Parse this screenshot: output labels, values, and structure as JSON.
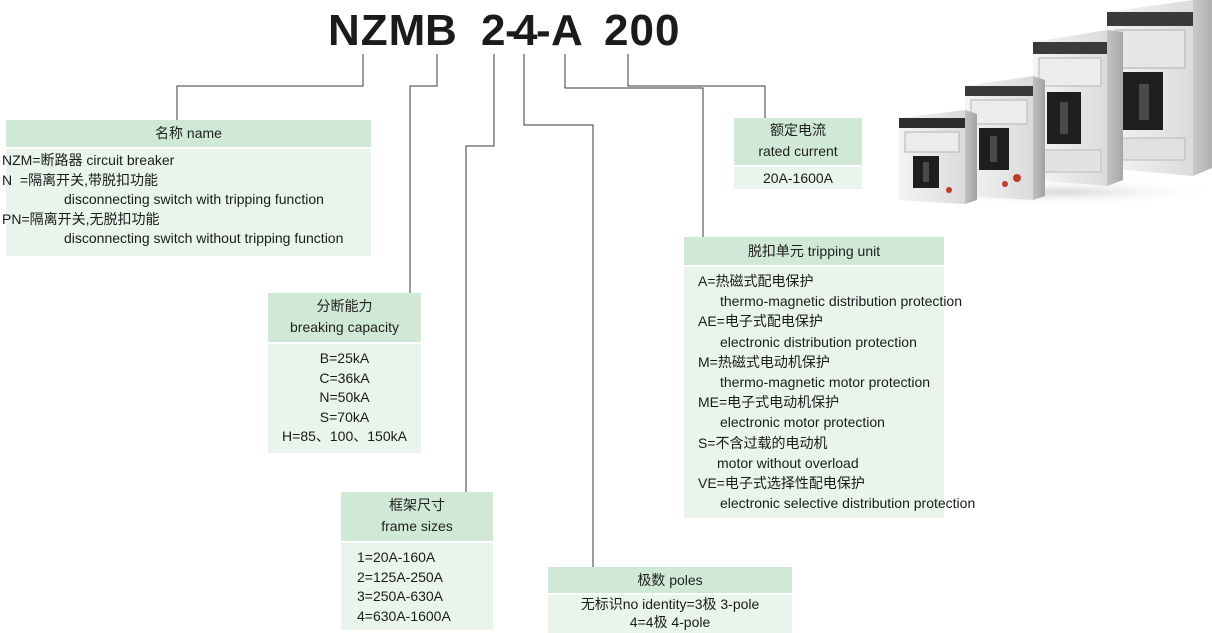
{
  "code": {
    "p1": "NZM",
    "p2": "B",
    "p3": "2",
    "d1": "-",
    "p4": "4",
    "d2": "-",
    "p5": "A",
    "p6": "200"
  },
  "name_box": {
    "header": "名称 name",
    "lines": [
      "NZM=断路器 circuit breaker",
      "N  =隔离开关,带脱扣功能",
      "disconnecting switch  with tripping function",
      "PN=隔离开关,无脱扣功能",
      "disconnecting switch  without tripping function"
    ]
  },
  "breaking_box": {
    "header_cn": "分断能力",
    "header_en": "breaking capacity",
    "lines": [
      "B=25kA",
      "C=36kA",
      "N=50kA",
      "S=70kA",
      "H=85、100、150kA"
    ]
  },
  "frame_box": {
    "header_cn": "框架尺寸",
    "header_en": "frame sizes",
    "lines": [
      "1=20A-160A",
      "2=125A-250A",
      "3=250A-630A",
      "4=630A-1600A"
    ]
  },
  "poles_box": {
    "header": "极数 poles",
    "lines": [
      "无标识no identity=3极 3-pole",
      "4=4极 4-pole"
    ]
  },
  "tripping_box": {
    "header": "脱扣单元 tripping unit",
    "lines": [
      "A=热磁式配电保护",
      "thermo-magnetic distribution protection",
      "AE=电子式配电保护",
      "electronic distribution protection",
      "M=热磁式电动机保护",
      "thermo-magnetic motor protection",
      "ME=电子式电动机保护",
      "electronic motor protection",
      "S=不含过载的电动机",
      "motor without overload",
      "VE=电子式选择性配电保护",
      "electronic selective distribution protection"
    ]
  },
  "rated_box": {
    "header_cn": "额定电流",
    "header_en": "rated current",
    "value": "20A-1600A"
  },
  "colors": {
    "header_bg": "#cfe9d6",
    "body_bg": "#e9f5ec",
    "line": "#333333"
  },
  "product_image": "circuit-breaker-product-photo"
}
